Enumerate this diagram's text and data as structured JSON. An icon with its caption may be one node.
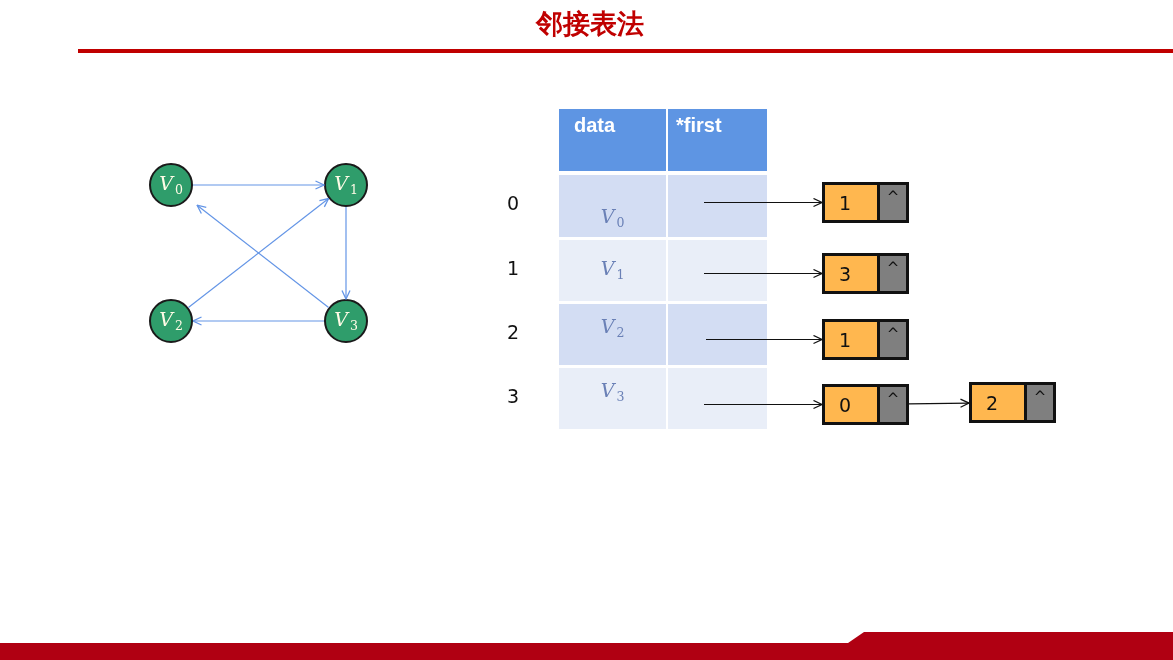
{
  "diagram": {
    "title": "邻接表法",
    "nodes": [
      {
        "text": [
          "*V*$_{0}$"
        ]
      },
      {
        "text": [
          "*V*$_{1}$"
        ]
      },
      {
        "text": [
          "*V*$_{2}$"
        ]
      },
      {
        "text": [
          "*V*$_{3}$"
        ]
      },
      {
        "text": [
          "data"
        ]
      },
      {
        "text": [
          "*first"
        ]
      },
      {
        "text": [
          "*V*$_{0}$"
        ],
        "beside": [
          "0"
        ]
      },
      {
        "text": [],
        "shape": "box"
      },
      {
        "text": [
          "1",
          "^"
        ]
      },
      {
        "text": [
          "*V*$_{1}$"
        ],
        "beside": [
          "1"
        ]
      },
      {
        "text": [],
        "shape": "box"
      },
      {
        "text": [
          "3",
          "^"
        ]
      },
      {
        "text": [
          "*V*$_{2}$"
        ],
        "beside": [
          "2"
        ]
      },
      {
        "text": [],
        "shape": "box"
      },
      {
        "text": [
          "1",
          "^"
        ]
      },
      {
        "text": [
          "*V*$_{3}$"
        ],
        "beside": [
          "3"
        ]
      },
      {
        "text": [],
        "shape": "box"
      },
      {
        "text": [
          "0",
          "^"
        ]
      },
      {
        "text": [
          "2",
          "^"
        ]
      }
    ],
    "edges": [
      {
        "from": 0,
        "to": 1,
        "arrow": "to",
        "color": "#6495e6"
      },
      {
        "from": 1,
        "to": 3,
        "arrow": "to",
        "color": "#6495e6"
      },
      {
        "from": 2,
        "to": 1,
        "arrow": "to",
        "color": "#6495e6"
      },
      {
        "from": 3,
        "to": 2,
        "arrow": "to",
        "color": "#6495e6"
      },
      {
        "from": 3,
        "to": 0,
        "arrow": "to",
        "color": "#6495e6"
      },
      {
        "from": 7,
        "to": 8,
        "arrow": "to",
        "color": "#111111"
      },
      {
        "from": 10,
        "to": 11,
        "arrow": "to",
        "color": "#111111"
      },
      {
        "from": 13,
        "to": 14,
        "arrow": "to",
        "color": "#111111"
      },
      {
        "from": 16,
        "to": 17,
        "arrow": "to",
        "color": "#111111"
      },
      {
        "from": 17,
        "to": 18,
        "arrow": "to",
        "color": "#111111"
      }
    ]
  }
}
